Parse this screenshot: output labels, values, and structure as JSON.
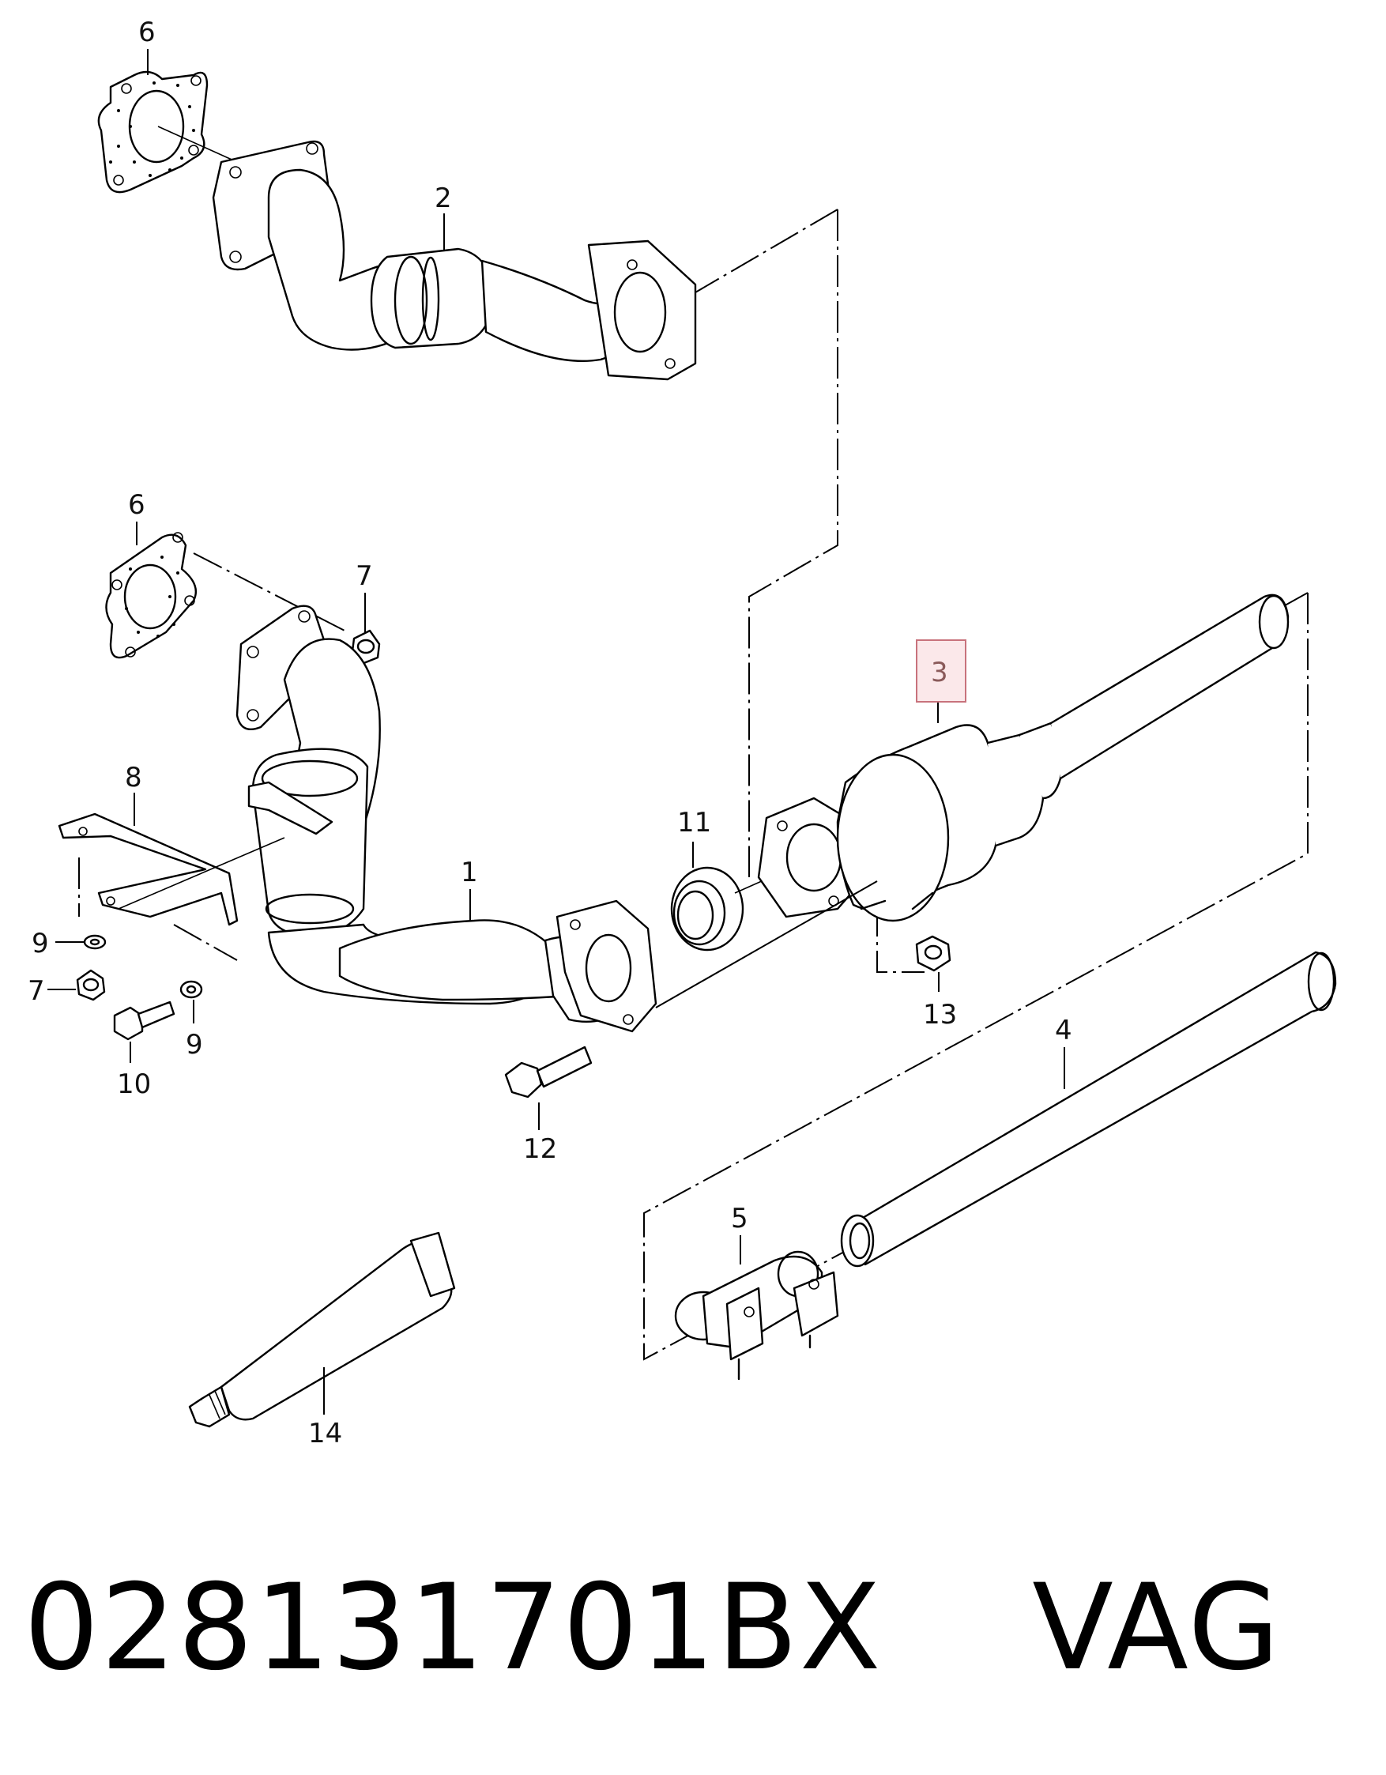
{
  "callouts": {
    "c1": "1",
    "c2": "2",
    "c3": "3",
    "c4": "4",
    "c5": "5",
    "c6a": "6",
    "c6b": "6",
    "c7a": "7",
    "c7b": "7",
    "c8": "8",
    "c9a": "9",
    "c9b": "9",
    "c10": "10",
    "c11": "11",
    "c12": "12",
    "c13": "13",
    "c14": "14"
  },
  "highlighted_callout": "3",
  "colors": {
    "highlight_fill": "#fbe8ea",
    "highlight_border": "#c8727c"
  },
  "footer": {
    "part_number": "028131701BX",
    "brand": "VAG"
  }
}
